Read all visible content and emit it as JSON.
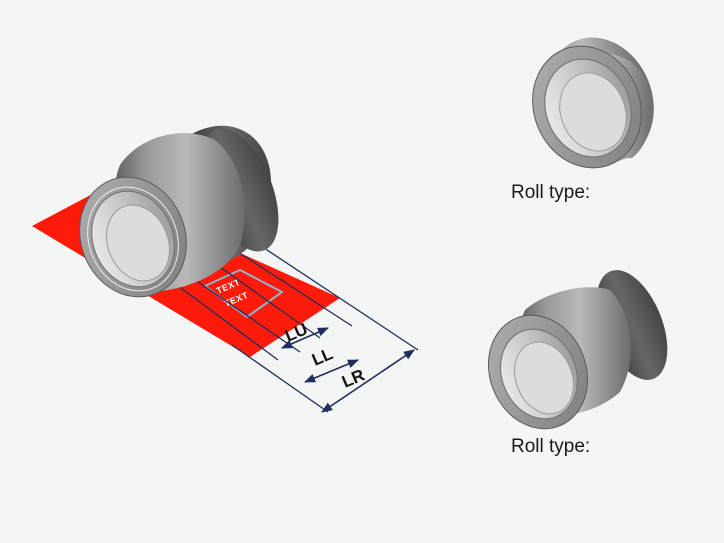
{
  "colors": {
    "tape": "#ff1a0a",
    "dimension_line": "#1f2f5c",
    "label_frame": "#8fb4cc",
    "background": "#f4f5f5"
  },
  "tape": {
    "label_lines": [
      "TEXT",
      "TEXT"
    ]
  },
  "dimensions": {
    "lu": "LU",
    "ll": "LL",
    "lr": "LR"
  },
  "options": [
    {
      "label": "Roll type:"
    },
    {
      "label": "Roll type:"
    }
  ]
}
